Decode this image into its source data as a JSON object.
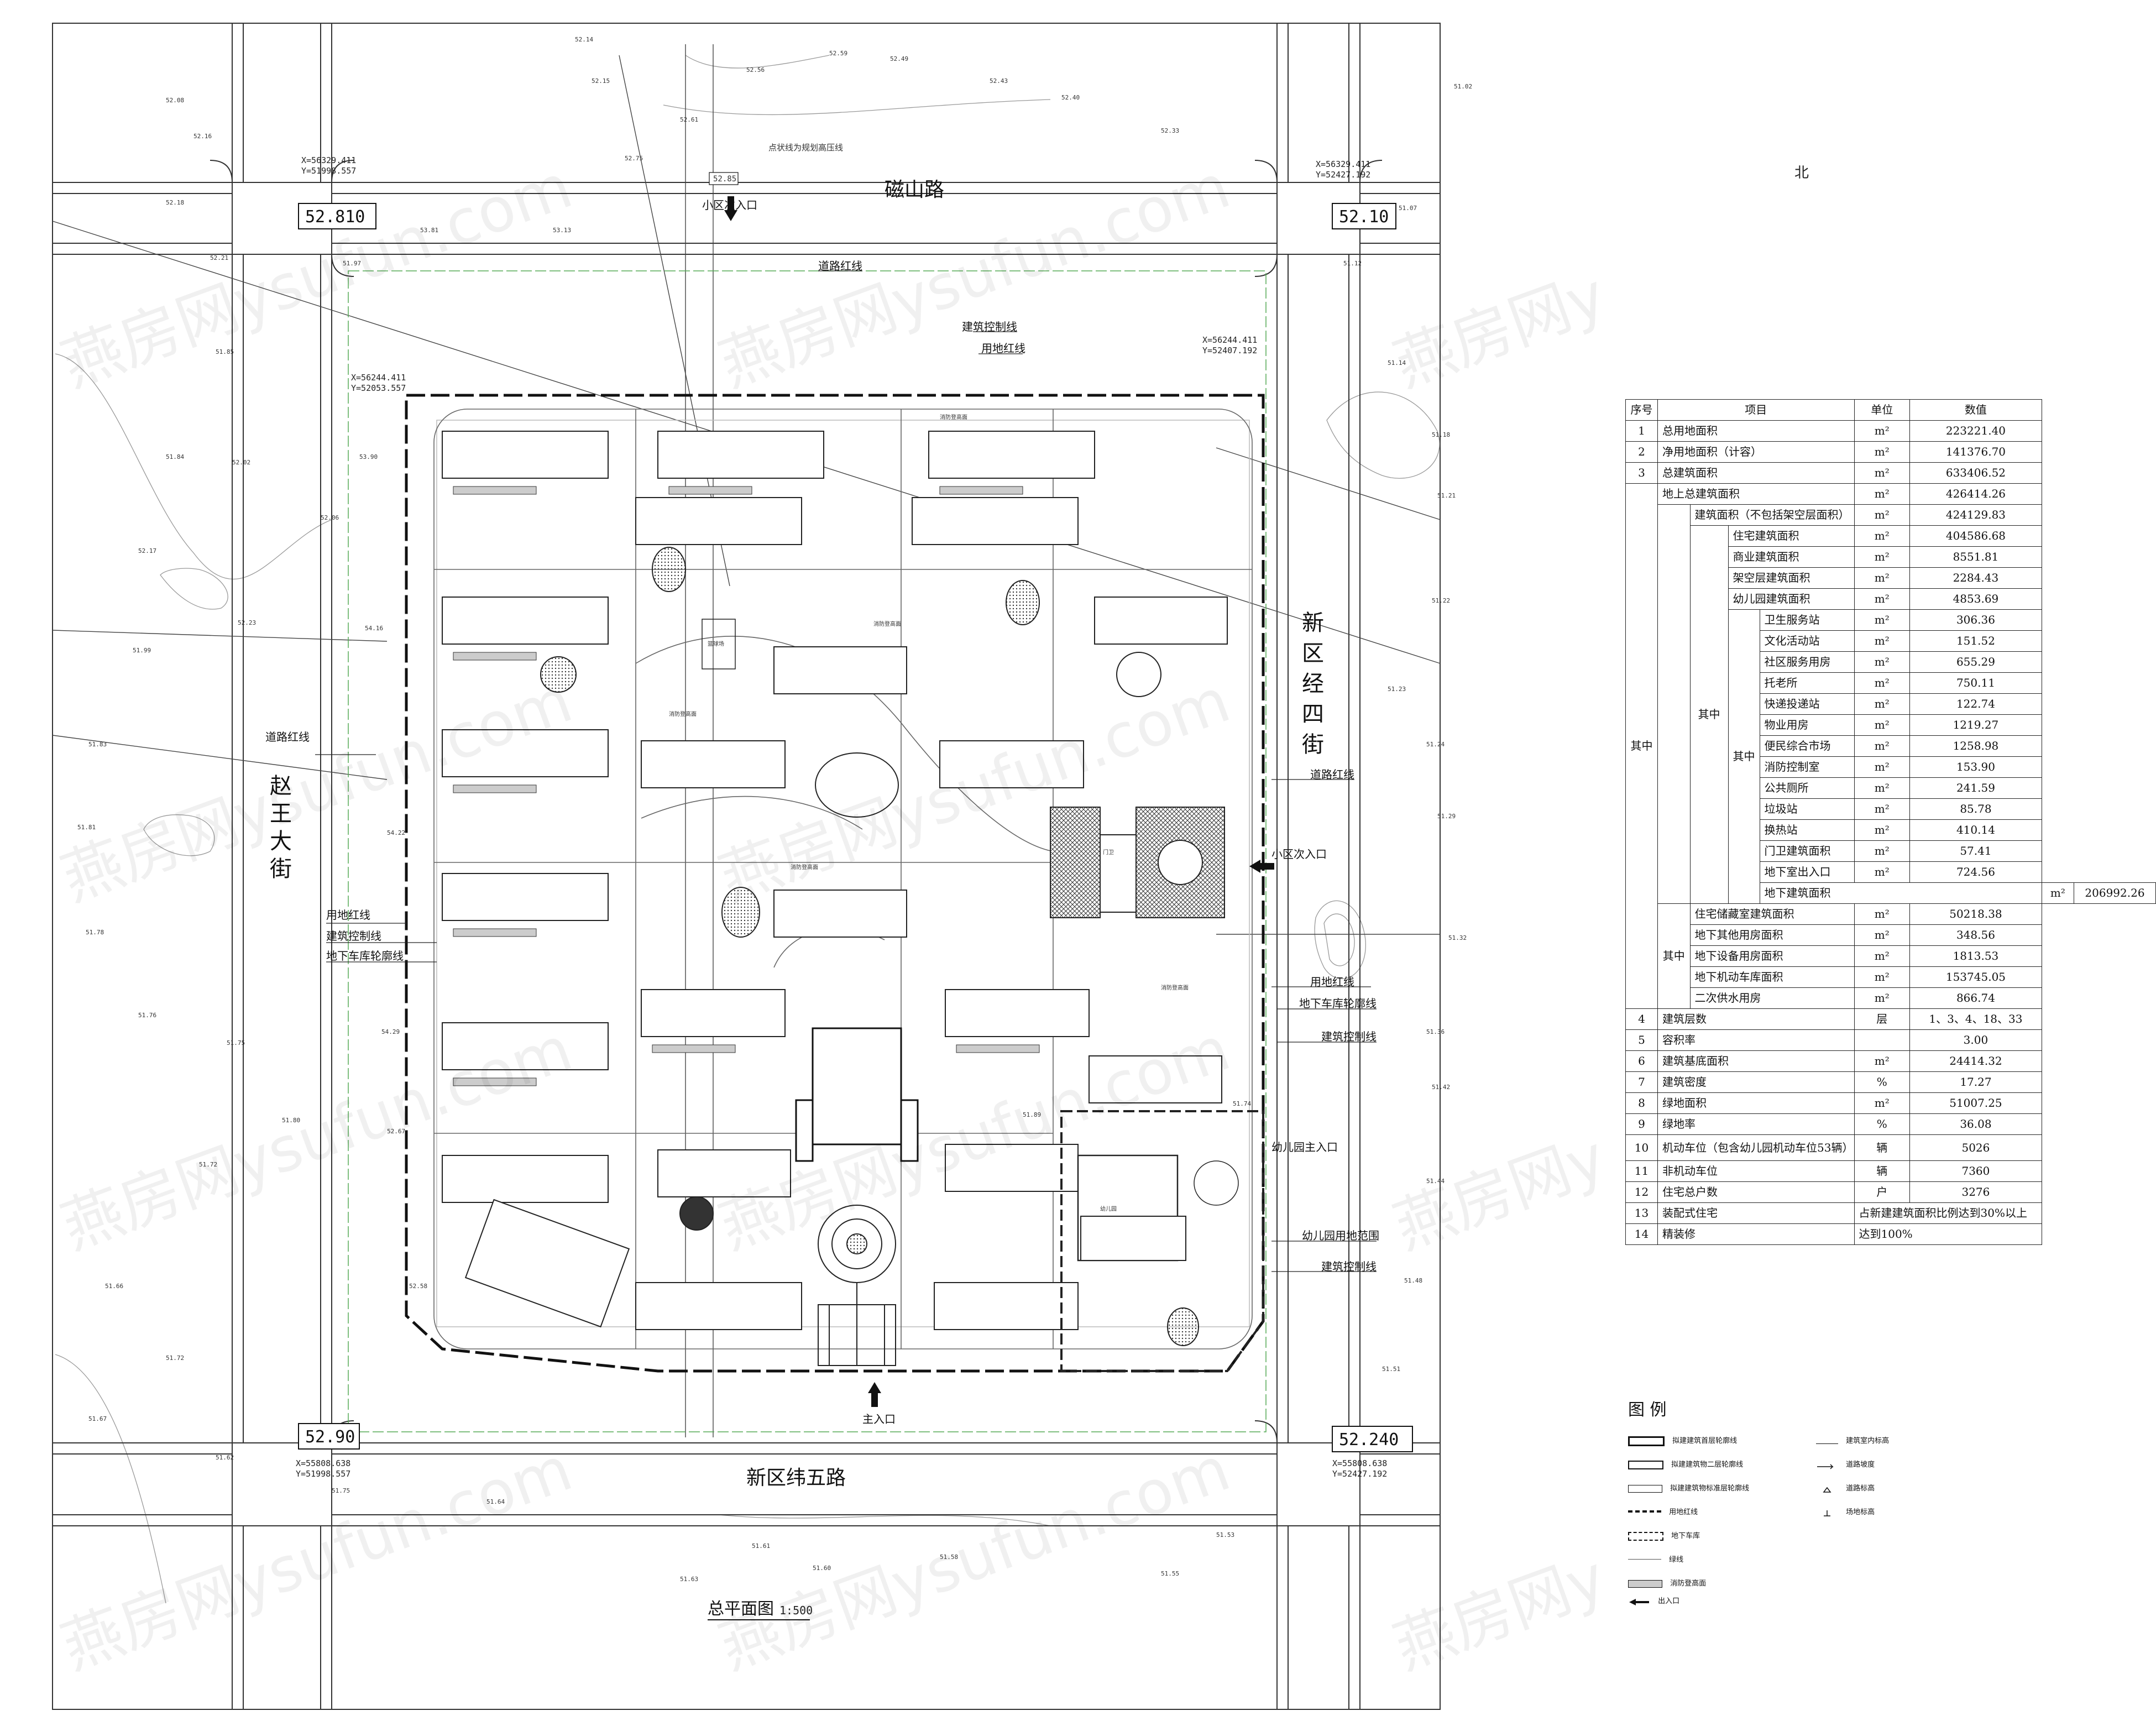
{
  "roads": {
    "north": "磁山路",
    "south": "新区纬五路",
    "west": "赵王大街",
    "east": "新区经四街"
  },
  "drawing_title": "总平面图",
  "drawing_scale": "1:500",
  "north_label": "北",
  "watermark": "燕房网ysufun.com",
  "elevation_boxes": {
    "nw": "52.810",
    "ne": "52.10",
    "sw": "52.90",
    "se": "52.240"
  },
  "coords": {
    "nw_x": "X=56329.411",
    "nw_y": "Y=51998.557",
    "ne_x": "X=56329.411",
    "ne_y": "Y=52427.192",
    "inner_nw_x": "X=56244.411",
    "inner_nw_y": "Y=52053.557",
    "inner_ne_x": "X=56244.411",
    "inner_ne_y": "Y=52407.192",
    "sw_x": "X=55808.638",
    "sw_y": "Y=51998.557",
    "se_x": "X=55808.638",
    "se_y": "Y=52427.192"
  },
  "annotations": {
    "road_red_line": "道路红线",
    "land_red_line": "用地红线",
    "building_control_line": "建筑控制线",
    "basement_outline": "地下车库轮廓线",
    "main_entrance": "主入口",
    "secondary_entrance": "小区次入口",
    "kindergarten_entrance": "幼儿园主入口",
    "kindergarten_scope": "幼儿园用地范围",
    "north_note": "点状线为规划高压线",
    "north_entrance_elev": "52.85"
  },
  "building_labels": {
    "fire_platform": "消防登高面",
    "kindergarten": "幼儿园",
    "basketball": "篮球场",
    "gate": "门卫"
  },
  "table": {
    "headers": {
      "no": "序号",
      "item": "项目",
      "unit": "单位",
      "value": "数值"
    },
    "r1": {
      "no": "1",
      "item": "总用地面积",
      "unit": "m²",
      "value": "223221.40"
    },
    "r2": {
      "no": "2",
      "item": "净用地面积（计容）",
      "unit": "m²",
      "value": "141376.70"
    },
    "r3": {
      "no": "3",
      "item": "总建筑面积",
      "unit": "m²",
      "value": "633406.52"
    },
    "g_qizhong": "其中",
    "g_qizhong2": "其中",
    "g_qizhong3": "其中",
    "g_qizhong4": "其中",
    "r_above": {
      "item": "地上总建筑面积",
      "unit": "m²",
      "value": "426414.26"
    },
    "r_above_ex": {
      "item": "建筑面积（不包括架空层面积）",
      "unit": "m²",
      "value": "424129.83"
    },
    "r_res": {
      "item": "住宅建筑面积",
      "unit": "m²",
      "value": "404586.68"
    },
    "r_com": {
      "item": "商业建筑面积",
      "unit": "m²",
      "value": "8551.81"
    },
    "r_stilt": {
      "item": "架空层建筑面积",
      "unit": "m²",
      "value": "2284.43"
    },
    "r_kg": {
      "item": "幼儿园建筑面积",
      "unit": "m²",
      "value": "4853.69"
    },
    "r_health": {
      "item": "卫生服务站",
      "unit": "m²",
      "value": "306.36"
    },
    "r_culture": {
      "item": "文化活动站",
      "unit": "m²",
      "value": "151.52"
    },
    "r_community": {
      "item": "社区服务用房",
      "unit": "m²",
      "value": "655.29"
    },
    "r_nursery": {
      "item": "托老所",
      "unit": "m²",
      "value": "750.11"
    },
    "r_express": {
      "item": "快递投递站",
      "unit": "m²",
      "value": "122.74"
    },
    "r_property": {
      "item": "物业用房",
      "unit": "m²",
      "value": "1219.27"
    },
    "r_market": {
      "item": "便民综合市场",
      "unit": "m²",
      "value": "1258.98"
    },
    "r_fire": {
      "item": "消防控制室",
      "unit": "m²",
      "value": "153.90"
    },
    "r_toilet": {
      "item": "公共厕所",
      "unit": "m²",
      "value": "241.59"
    },
    "r_garbage": {
      "item": "垃圾站",
      "unit": "m²",
      "value": "85.78"
    },
    "r_heat": {
      "item": "换热站",
      "unit": "m²",
      "value": "410.14"
    },
    "r_guard": {
      "item": "门卫建筑面积",
      "unit": "m²",
      "value": "57.41"
    },
    "r_ramp": {
      "item": "地下室出入口",
      "unit": "m²",
      "value": "724.56"
    },
    "r_under": {
      "item": "地下建筑面积",
      "unit": "m²",
      "value": "206992.26"
    },
    "r_storage": {
      "item": "住宅储藏室建筑面积",
      "unit": "m²",
      "value": "50218.38"
    },
    "r_uother": {
      "item": "地下其他用房面积",
      "unit": "m²",
      "value": "348.56"
    },
    "r_uequip": {
      "item": "地下设备用房面积",
      "unit": "m²",
      "value": "1813.53"
    },
    "r_ugarage": {
      "item": "地下机动车库面积",
      "unit": "m²",
      "value": "153745.05"
    },
    "r_water": {
      "item": "二次供水用房",
      "unit": "m²",
      "value": "866.74"
    },
    "r4": {
      "no": "4",
      "item": "建筑层数",
      "unit": "层",
      "value": "1、3、4、18、33"
    },
    "r5": {
      "no": "5",
      "item": "容积率",
      "unit": "",
      "value": "3.00"
    },
    "r6": {
      "no": "6",
      "item": "建筑基底面积",
      "unit": "m²",
      "value": "24414.32"
    },
    "r7": {
      "no": "7",
      "item": "建筑密度",
      "unit": "%",
      "value": "17.27"
    },
    "r8": {
      "no": "8",
      "item": "绿地面积",
      "unit": "m²",
      "value": "51007.25"
    },
    "r9": {
      "no": "9",
      "item": "绿地率",
      "unit": "%",
      "value": "36.08"
    },
    "r10": {
      "no": "10",
      "item": "机动车位（包含幼儿园机动车位53辆）",
      "unit": "辆",
      "value": "5026"
    },
    "r11": {
      "no": "11",
      "item": "非机动车位",
      "unit": "辆",
      "value": "7360"
    },
    "r12": {
      "no": "12",
      "item": "住宅总户数",
      "unit": "户",
      "value": "3276"
    },
    "r13": {
      "no": "13",
      "item": "装配式住宅",
      "value": "占新建建筑面积比例达到30%以上"
    },
    "r14": {
      "no": "14",
      "item": "精装修",
      "value": "达到100%"
    }
  },
  "legend": {
    "title": "图 例",
    "items": {
      "l1": "拟建建筑首层轮廓线",
      "l2": "拟建建筑物二层轮廓线",
      "l3": "拟建建筑物标准层轮廓线",
      "l4": "用地红线",
      "l5": "地下车库",
      "l6": "绿线",
      "l7": "消防登高面",
      "l8": "出入口",
      "r1": "建筑室内标高",
      "r2": "道路坡度",
      "r3": "道路标高",
      "r4": "场地标高"
    }
  },
  "spot_elevations": [
    "52.14",
    "52.15",
    "52.08",
    "52.16",
    "52.18",
    "52.21",
    "51.97",
    "51.85",
    "51.84",
    "52.02",
    "52.06",
    "52.17",
    "52.23",
    "51.99",
    "51.83",
    "51.81",
    "51.78",
    "51.76",
    "51.75",
    "51.80",
    "51.72",
    "51.66",
    "51.72",
    "51.67",
    "51.62",
    "51.75",
    "51.64",
    "51.63",
    "51.61",
    "51.60",
    "51.58",
    "51.55",
    "51.53",
    "51.51",
    "51.48",
    "51.44",
    "51.42",
    "51.36",
    "51.32",
    "51.29",
    "51.24",
    "51.23",
    "51.22",
    "51.21",
    "51.18",
    "51.14",
    "51.12",
    "51.07",
    "51.02",
    "52.33",
    "52.40",
    "52.43",
    "52.49",
    "52.59",
    "52.56",
    "52.61",
    "52.75",
    "53.13",
    "53.81",
    "53.90",
    "54.16",
    "54.22",
    "54.29",
    "52.67",
    "52.58",
    "51.89",
    "51.74"
  ]
}
